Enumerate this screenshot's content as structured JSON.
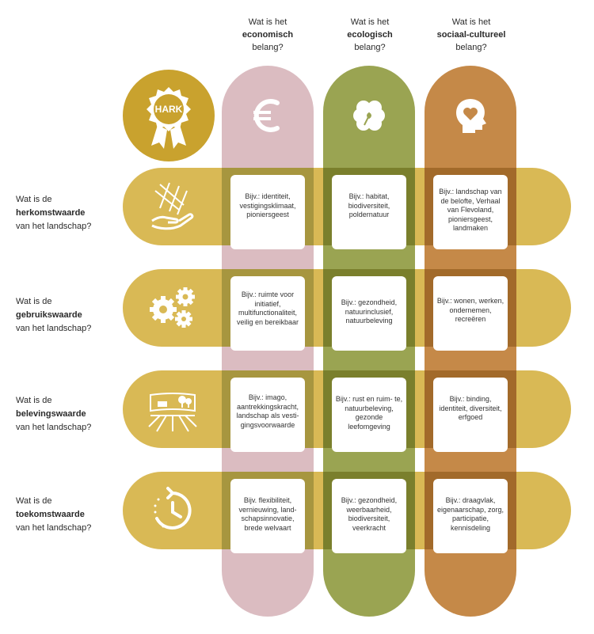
{
  "badge": {
    "text": "HARK",
    "icon": "rosette-badge-icon"
  },
  "colors": {
    "gold": "#c9a22e",
    "row": "#d9b955",
    "economic": "#dbbcc1",
    "economic_overlap": "#a7963f",
    "ecological": "#9aa452",
    "ecological_overlap": "#7a7f2c",
    "social": "#c58948",
    "social_overlap": "#a26a2a"
  },
  "columns": [
    {
      "pre": "Wat is het",
      "bold": "economisch",
      "post": "belang?",
      "icon": "euro-icon"
    },
    {
      "pre": "Wat is het",
      "bold": "ecologisch",
      "post": "belang?",
      "icon": "clover-icon"
    },
    {
      "pre": "Wat is het",
      "bold": "sociaal-cultureel",
      "post": "belang?",
      "icon": "head-heart-icon"
    }
  ],
  "rows": [
    {
      "pre": "Wat is de",
      "bold": "herkomstwaarde",
      "post": "van het landschap?",
      "icon": "hand-grid-icon",
      "cells": [
        "Bijv.: identiteit, vestigingsklimaat, pioniersgeest",
        "Bijv.: habitat, biodiversiteit, poldernatuur",
        "Bijv.: landschap van de belofte, Verhaal van Flevoland, pioniersgeest, landmaken"
      ]
    },
    {
      "pre": "Wat is de",
      "bold": "gebruikswaarde",
      "post": "van het landschap?",
      "icon": "gears-icon",
      "cells": [
        "Bijv.: ruimte voor initiatief, multifunctionaliteit, veilig en bereikbaar",
        "Bijv.: gezondheid, natuurinclusief, natuurbeleving",
        "Bijv.: wonen, werken, ondernemen, recreëren"
      ]
    },
    {
      "pre": "Wat is de",
      "bold": "belevingswaarde",
      "post": "van het landschap?",
      "icon": "landscape-view-icon",
      "cells": [
        "Bijv.: imago, aantrekkingskracht, landschap als vesti- gingsvoorwaarde",
        "Bijv.: rust en ruim- te, natuurbeleving, gezonde leefomgeving",
        "Bijv.: binding, identiteit, diversiteit, erfgoed"
      ]
    },
    {
      "pre": "Wat is de",
      "bold": "toekomstwaarde",
      "post": "van het landschap?",
      "icon": "clock-future-icon",
      "cells": [
        "Bijv. flexibiliteit, vernieuwing, land- schapsinnovatie, brede welvaart",
        "Bijv.: gezondheid, weerbaarheid, biodiversiteit, veerkracht",
        "Bijv.: draagvlak, eigenaarschap, zorg, participatie, kennisdeling"
      ]
    }
  ]
}
